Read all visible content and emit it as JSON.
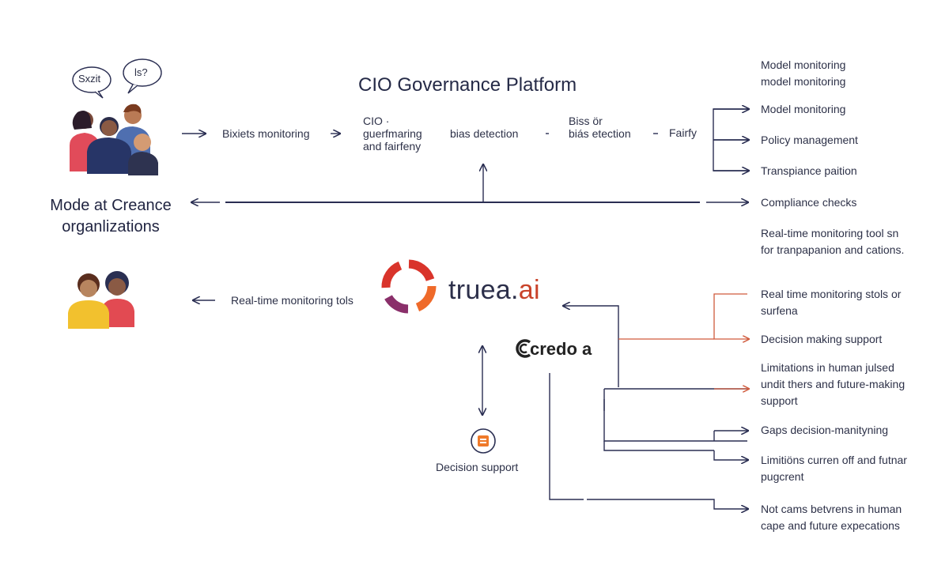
{
  "header": {
    "title": "CIO Governance Platform"
  },
  "left": {
    "speech_left": "Sxzit",
    "speech_right": "ls?",
    "org_line1": "Mode at Creance",
    "org_line2": "organlizations"
  },
  "flow_top": {
    "bias_monitoring": "Bixiets monitoring",
    "cio_line1": "CIO ·",
    "cio_line2": "guerfmaring",
    "cio_line3": "and fairfeny",
    "bias_detection": "bias detection",
    "bias_or_line1": "Biss ör",
    "bias_or_line2": "biás etection",
    "fairfy": "Fairfy"
  },
  "middle": {
    "realtime_tools": "Real-time monitoring tols",
    "brand_name_main": "truea.",
    "brand_name_ai": "ai",
    "credo": "credo a",
    "decision_support": "Decision support"
  },
  "right": {
    "r1_line1": "Model monitoring",
    "r1_line2": "model monitoring",
    "r2": "Model monitoring",
    "r3": "Policy management",
    "r4": "Transpiance paition",
    "r5": "Compliance checks",
    "r6_line1": "Real-time monitoring tool sn",
    "r6_line2": "for tranpapanion and cations.",
    "r7_line1": "Real time monitoring stols or",
    "r7_line2": "surfena",
    "r8": "Decision making support",
    "r9_line1": "Limitations in human julsed",
    "r9_line2": "undit thers and future-making",
    "r9_line3": "support",
    "r10": "Gaps decision-manityning",
    "r11_line1": "Limitiöns curren off and futnar",
    "r11_line2": "pugcrent",
    "r12_line1": "Not cams betvrens in human",
    "r12_line2": "cape and future expecations"
  },
  "colors": {
    "ink": "#2a2e52",
    "accent_red": "#d05a3c",
    "logo_red": "#d9342b",
    "logo_purple": "#6b2a7a",
    "logo_orange": "#ef8a2a"
  },
  "icons": [
    "people-group-icon",
    "speech-bubble-icon",
    "people-pair-icon",
    "truera-logo-icon",
    "credo-logo-icon",
    "decision-support-icon"
  ]
}
